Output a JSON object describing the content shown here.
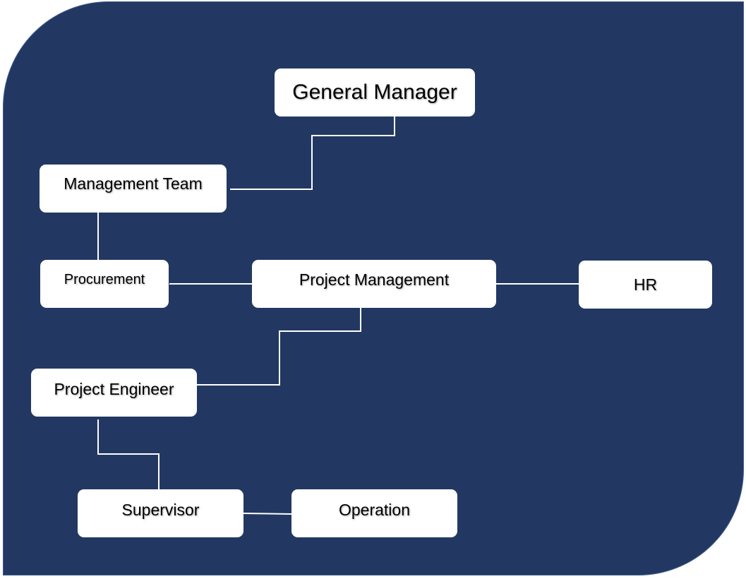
{
  "nodes": {
    "general_manager": "General Manager",
    "management_team": "Management Team",
    "procurement": "Procurement",
    "project_management": "Project Management",
    "hr": "HR",
    "project_engineer": "Project Engineer",
    "supervisor": "Supervisor",
    "operation": "Operation"
  },
  "colors": {
    "background": "#223862",
    "node_fill": "#ffffff",
    "connector": "#ffffff"
  }
}
